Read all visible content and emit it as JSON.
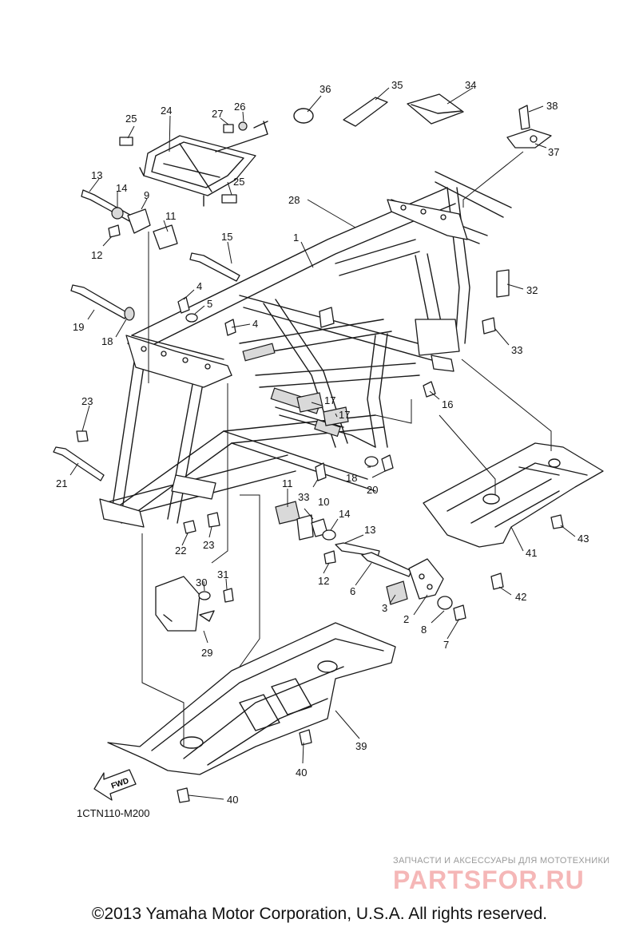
{
  "diagram": {
    "callouts": [
      "1",
      "2",
      "3",
      "4",
      "4",
      "5",
      "6",
      "7",
      "8",
      "9",
      "10",
      "11",
      "11",
      "12",
      "12",
      "13",
      "13",
      "14",
      "14",
      "15",
      "16",
      "17",
      "17",
      "18",
      "18",
      "19",
      "20",
      "21",
      "22",
      "23",
      "23",
      "24",
      "25",
      "25",
      "26",
      "27",
      "28",
      "29",
      "30",
      "31",
      "32",
      "33",
      "33",
      "34",
      "35",
      "36",
      "37",
      "38",
      "39",
      "40",
      "40",
      "41",
      "42",
      "43"
    ],
    "fwd_label": "FWD",
    "diagram_code": "1CTN110-M200"
  },
  "watermark": {
    "subtitle": "ЗАПЧАСТИ И АКСЕССУАРЫ ДЛЯ МОТОТЕХНИКИ",
    "brand": "PARTSFOR.RU"
  },
  "footer": {
    "copyright": "©2013 Yamaha Motor Corporation, U.S.A. All rights reserved."
  }
}
